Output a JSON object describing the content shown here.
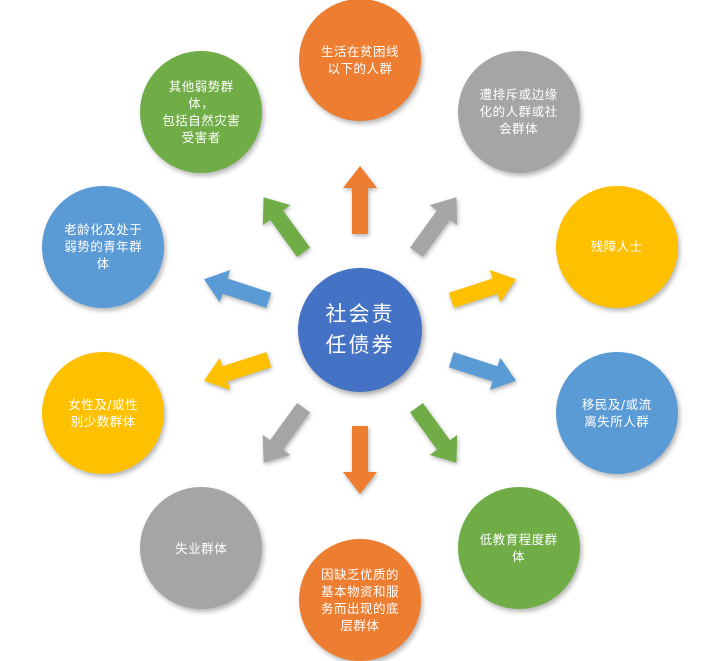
{
  "colors": {
    "orange": "#ED7D31",
    "gray": "#A5A5A5",
    "yellow": "#FFC000",
    "blue": "#5B9BD5",
    "green": "#70AD47",
    "center": "#4472C4"
  },
  "center": {
    "label": "社会责\n任债券",
    "color": "#4472C4"
  },
  "nodes": [
    {
      "label": "生活在贫困线\n以下的人群",
      "color": "#ED7D31"
    },
    {
      "label": "遭排斥或边缘\n化的人群或社\n会群体",
      "color": "#A5A5A5"
    },
    {
      "label": "残障人士",
      "color": "#FFC000"
    },
    {
      "label": "移民及/或流\n离失所人群",
      "color": "#5B9BD5"
    },
    {
      "label": "低教育程度群\n体",
      "color": "#70AD47"
    },
    {
      "label": "因缺乏优质的\n基本物资和服\n务而出现的底\n层群体",
      "color": "#ED7D31"
    },
    {
      "label": "失业群体",
      "color": "#A5A5A5"
    },
    {
      "label": "女性及/或性\n别少数群体",
      "color": "#FFC000"
    },
    {
      "label": "老龄化及处于\n弱势的青年群\n体",
      "color": "#5B9BD5"
    },
    {
      "label": "其他弱势群体，\n包括自然灾害\n受害者",
      "color": "#70AD47"
    }
  ]
}
